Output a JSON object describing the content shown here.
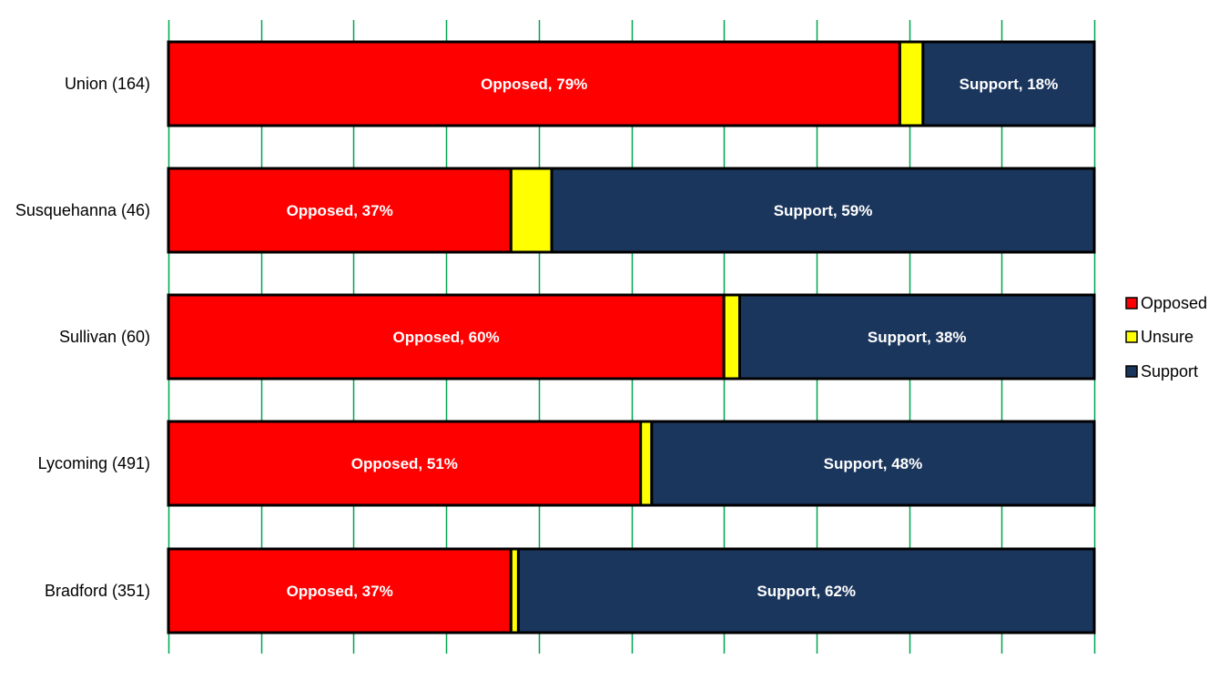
{
  "chart_data": {
    "type": "bar",
    "orientation": "horizontal",
    "stacked": true,
    "percent": true,
    "title": "",
    "xlabel": "",
    "ylabel": "",
    "xlim": [
      0,
      100
    ],
    "grid": true,
    "legend_position": "right",
    "categories": [
      "Union (164)",
      "Susquehanna (46)",
      "Sullivan (60)",
      "Lycoming (491)",
      "Bradford (351)"
    ],
    "series": [
      {
        "name": "Opposed",
        "color": "#FF0000",
        "values": [
          79,
          37,
          60,
          51,
          37
        ],
        "labels": [
          "Opposed, 79%",
          "Opposed, 37%",
          "Opposed, 60%",
          "Opposed, 51%",
          "Opposed, 37%"
        ]
      },
      {
        "name": "Unsure",
        "color": "#FFFF00",
        "values": [
          2.5,
          4.4,
          1.7,
          1.2,
          0.8
        ],
        "labels": [
          "",
          "",
          "",
          "",
          ""
        ]
      },
      {
        "name": "Support",
        "color": "#1B365D",
        "values": [
          18.5,
          58.6,
          38.3,
          47.8,
          62.2
        ],
        "labels": [
          "Support, 18%",
          "Support, 59%",
          "Support, 38%",
          "Support, 48%",
          "Support, 62%"
        ]
      }
    ],
    "colors": {
      "grid": "#00A651",
      "bar_outline": "#000000"
    }
  }
}
